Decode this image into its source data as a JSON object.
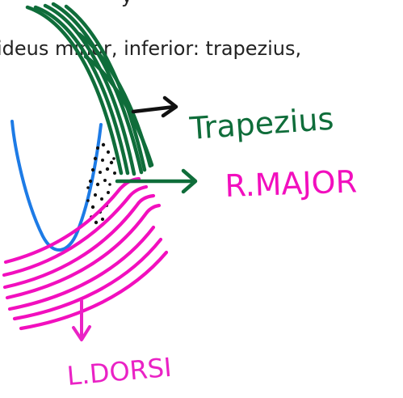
{
  "text_lines": {
    "top_fragment": "y",
    "mid_line": "ideus minor, inferior: trapezius,"
  },
  "labels": {
    "trapezius": "Trapezius",
    "r_major": "R.MAJOR",
    "l_dorsi": "L.DORSI"
  },
  "colors": {
    "trapezius": "#0f6d3a",
    "r_major": "#f20fbe",
    "l_dorsi": "#ea22c5",
    "scapula_outline": "#1d7be6",
    "arrow_black": "#111111",
    "dots": "#111111"
  },
  "icons": {
    "trapezius_arrow": "arrow-right",
    "r_major_arrow": "arrow-right",
    "l_dorsi_arrow": "arrow-down"
  }
}
